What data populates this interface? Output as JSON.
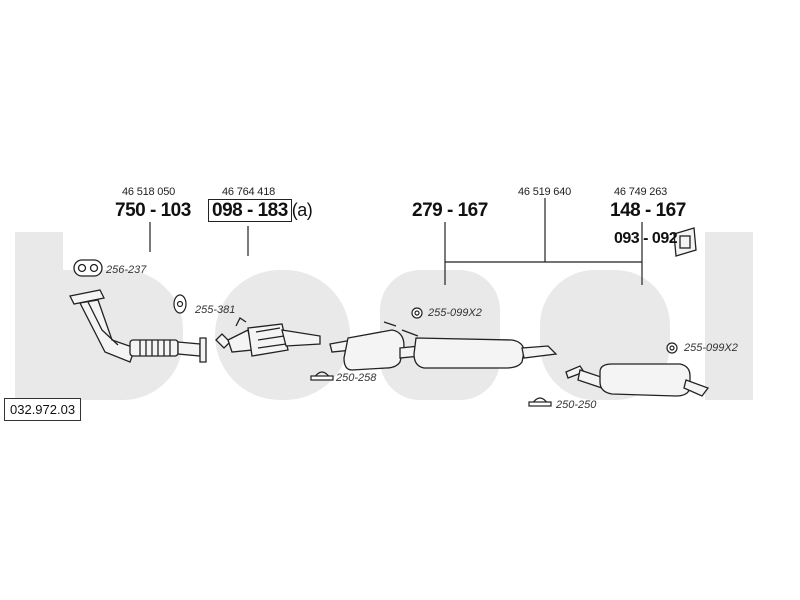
{
  "diagram_number": "032.972.03",
  "oem_numbers": [
    "46 518 050",
    "46 764 418",
    "46 519 640",
    "46 749 263"
  ],
  "parts": {
    "front_pipe": "750 - 103",
    "catalyst": "098 - 183",
    "catalyst_suffix": "(a)",
    "center_silencer": "279 - 167",
    "rear_silencer": "148 - 167",
    "mount_kit": "093 - 092"
  },
  "references": {
    "gasket": "256-237",
    "catalyst_clamp": "255-381",
    "center_ring": "255-099X2",
    "center_clamp": "250-258",
    "rear_ring": "255-099X2",
    "rear_clamp": "250-250"
  },
  "watermark": "bosal",
  "colors": {
    "watermark": "#e9e9e9",
    "line": "#222222",
    "pipe_fill": "#f4f4f4"
  }
}
